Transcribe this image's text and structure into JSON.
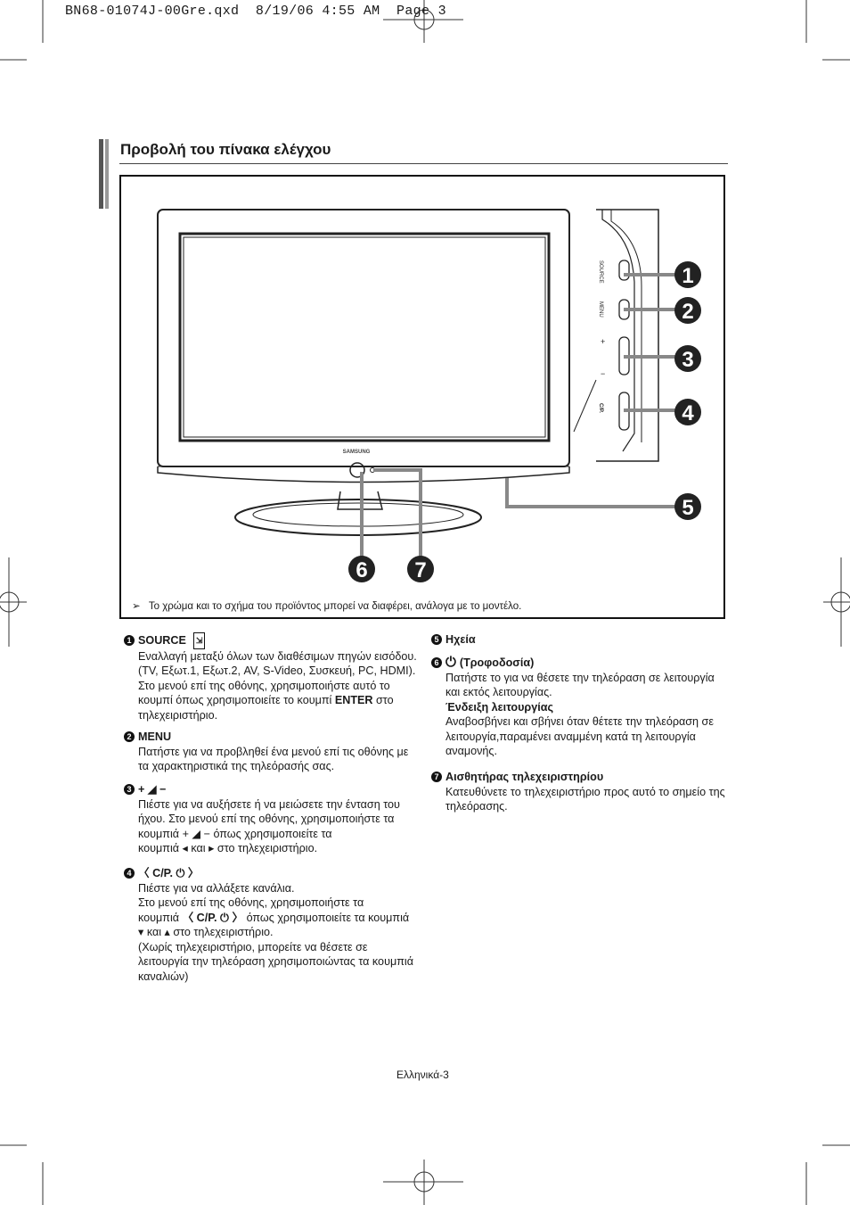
{
  "file_header": "BN68-01074J-00Gre.qxd  8/19/06 4:55 AM  Page 3",
  "section_title": "Προβολή του πίνακα ελέγχου",
  "figure": {
    "brand": "SAMSUNG",
    "panel_labels": {
      "source": "SOURCE",
      "menu": "MENU",
      "vol_plus": "+",
      "vol_minus": "−",
      "ch": "C/P."
    },
    "callouts": [
      "1",
      "2",
      "3",
      "4",
      "5",
      "6",
      "7"
    ],
    "note": "Το χρώμα και το σχήμα του προϊόντος μπορεί να διαφέρει, ανάλογα με το μοντέλο."
  },
  "items": {
    "i1": {
      "num": "1",
      "title": "SOURCE",
      "body": "Εναλλαγή μεταξύ όλων των διαθέσιμων πηγών εισόδου.  (TV, Εξωτ.1, Εξωτ.2, AV, S-Video, Συσκευή, PC, HDMI). Στο μενού επί της οθόνης, χρησιμοποιήστε αυτό το κουμπί όπως χρησιμοποιείτε το κουμπί",
      "body_bold": "ENTER",
      "body_end": "στο τηλεχειριστήριο."
    },
    "i2": {
      "num": "2",
      "title": "MENU",
      "body": "Πατήστε για να προβληθεί ένα μενού επί τις οθόνης με τα χαρακτηριστικά της τηλεόρασής σας."
    },
    "i3": {
      "num": "3",
      "title": "+ ◢ −",
      "body1": "Πιέστε για να αυξήσετε ή να μειώσετε την ένταση του ήχου. Στο μενού επί της οθόνης, χρησιμοποιήστε τα κουμπιά",
      "sym": "+ ◢ −",
      "body2": "όπως χρησιμοποιείτε τα",
      "body3": "κουμπιά ◂ και ▸ στο τηλεχειριστήριο."
    },
    "i4": {
      "num": "4",
      "title": "〈 C/P. ⏻ 〉",
      "l1": "Πιέστε για να αλλάξετε κανάλια.",
      "l2": "Στο μενού επί της οθόνης, χρησιμοποιήστε τα",
      "l3a": "κουμπιά",
      "l3sym": "〈 C/P. ⏻ 〉",
      "l3b": "όπως χρησιμοποιείτε τα κουμπιά",
      "l4": "▾ και ▴ στο τηλεχειριστήριο.",
      "l5": "(Χωρίς τηλεχειριστήριο, μπορείτε να θέσετε σε λειτουργία την τηλεόραση χρησιμοποιώντας τα κουμπιά καναλιών)"
    },
    "i5": {
      "num": "5",
      "title": "Ηχεία"
    },
    "i6": {
      "num": "6",
      "title": "(Τροφοδοσία)",
      "body": "Πατήστε το για να θέσετε την τηλεόραση σε λειτουργία και εκτός λειτουργίας.",
      "sub_title": "Ένδειξη λειτουργίας",
      "sub_body": "Αναβοσβήνει και σβήνει όταν θέτετε την τηλεόραση σε λειτουργία,παραμένει αναμμένη κατά τη λειτουργία αναμονής."
    },
    "i7": {
      "num": "7",
      "title": "Αισθητήρας τηλεχειριστηρίου",
      "body": "Κατευθύνετε το τηλεχειριστήριο προς αυτό το σημείο της τηλεόρασης."
    }
  },
  "footer": "Ελληνικά-3"
}
